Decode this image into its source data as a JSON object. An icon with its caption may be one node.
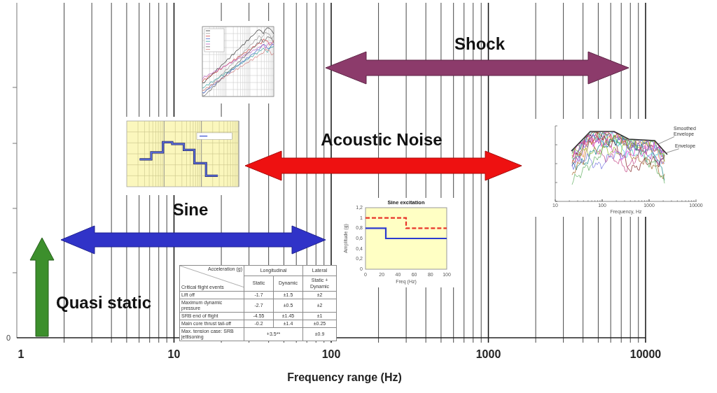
{
  "diagram": {
    "nodes": [
      {
        "text": [
          "Smoothed Envelope"
        ]
      },
      {
        "text": [
          "Envelope"
        ]
      }
    ],
    "edges": [
      {
        "from": 0,
        "to": null,
        "arrow": "none"
      },
      {
        "from": 1,
        "to": null,
        "arrow": "none"
      }
    ],
    "labels": [
      "Shock",
      "Acoustic Noise",
      "Sine",
      "Quasi static",
      "Acceleration (g)",
      "Longitudinal",
      "Lateral",
      "Critical flight events",
      "Static",
      "Dynamic",
      "Static + Dynamic",
      "Lift off",
      "-1.7",
      "±1.5",
      "±2",
      "Maximum dynamic pressure",
      "-2.7",
      "±0.5",
      "±2",
      "SRB end of flight",
      "-4.55",
      "±1.45",
      "±1",
      "Main core thrust tail-off",
      "-0.2",
      "±1.4",
      "±0.25",
      "Max. tension case: SRB jettisoning",
      "+3.5**",
      "±0.9",
      "10",
      "100",
      "1000",
      "10000",
      "Frequency, Hz",
      "0",
      "1",
      "10",
      "100",
      "1000",
      "10000",
      "Frequency range (Hz)"
    ],
    "chart_data": {
      "type": "line",
      "title": "Sine excitation",
      "xlabel": "Freq (Hz)",
      "ylabel": "Amplitude (g)",
      "x": [
        0,
        25,
        25,
        50,
        50,
        100
      ],
      "series": [
        {
          "color": "#2b3bd0",
          "values": [
            0.8,
            0.8,
            0.6,
            0.6,
            0.6,
            0.6
          ]
        },
        {
          "color": "#e8352a",
          "line_style": "dashed",
          "values": [
            1,
            1,
            1,
            1,
            0.8,
            0.8
          ]
        }
      ],
      "xlim": [
        0,
        100
      ],
      "ylim": [
        0,
        1.2
      ],
      "xticks": [
        0,
        20,
        40,
        60,
        80,
        100
      ],
      "yticks": [
        0,
        {
          "value": 0.2,
          "label": "0,2"
        },
        {
          "value": 0.4,
          "label": "0,4"
        },
        {
          "value": 0.6,
          "label": "0,6"
        },
        {
          "value": 0.8,
          "label": "0,8"
        },
        1,
        {
          "value": 1.2,
          "label": "1,2"
        }
      ]
    }
  }
}
